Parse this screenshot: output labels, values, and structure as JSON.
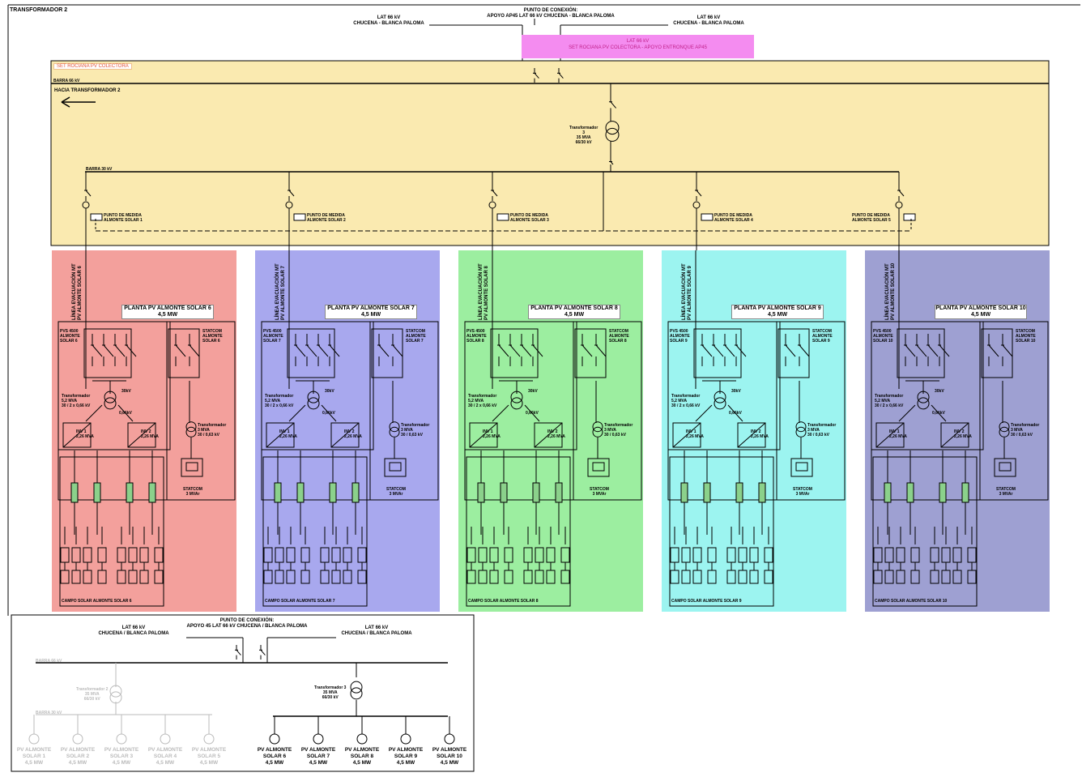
{
  "header": {
    "title": "TRANSFORMADOR 2",
    "connection_point": [
      "PUNTO DE CONEXIÓN:",
      "APOYO AP45 LAT 66 kV CHUCENA - BLANCA PALOMA"
    ],
    "line_left": [
      "LAT 66 kV",
      "CHUCENA - BLANCA PALOMA"
    ],
    "line_right": [
      "LAT 66 kV",
      "CHUCENA - BLANCA PALOMA"
    ],
    "pink_label": [
      "LAT 66 kV",
      "SET ROCIANA PV COLECTORA - APOYO ENTRONQUE AP45"
    ]
  },
  "substation": {
    "name": "SET ROCIANA PV COLECTORA",
    "busbar_66": "BARRA 66 kV",
    "towards": "HACIA TRANSFORMADOR 2",
    "transformer": [
      "Transformador",
      "3",
      "35 MVA",
      "66/30 kV"
    ],
    "busbar_30": "BARRA 30 kV",
    "metering": [
      [
        "PUNTO DE MEDIDA",
        "ALMONTE SOLAR 1"
      ],
      [
        "PUNTO DE MEDIDA",
        "ALMONTE SOLAR 2"
      ],
      [
        "PUNTO DE MEDIDA",
        "ALMONTE SOLAR 3"
      ],
      [
        "PUNTO DE MEDIDA",
        "ALMONTE SOLAR 4"
      ],
      [
        "PUNTO DE MEDIDA",
        "ALMONTE SOLAR 5"
      ]
    ]
  },
  "plants": [
    {
      "title": [
        "PLANTA PV ALMONTE SOLAR 6",
        "4,5 MW"
      ],
      "line": [
        "LÍNEA EVACUACIÓN MT",
        "PV ALMONTE SOLAR 6"
      ],
      "pvs": [
        "PVS 4500",
        "ALMONTE",
        "SOLAR 6"
      ],
      "statcom": [
        "STATCOM",
        "ALMONTE",
        "SOLAR 6"
      ],
      "field": "CAMPO SOLAR ALMONTE SOLAR 6",
      "color": "#f3a09c"
    },
    {
      "title": [
        "PLANTA PV ALMONTE SOLAR 7",
        "4,5 MW"
      ],
      "line": [
        "LÍNEA EVACUACIÓN MT",
        "PV ALMONTE SOLAR 7"
      ],
      "pvs": [
        "PVS 4500",
        "ALMONTE",
        "SOLAR 7"
      ],
      "statcom": [
        "STATCOM",
        "ALMONTE",
        "SOLAR 7"
      ],
      "field": "CAMPO SOLAR ALMONTE SOLAR 7",
      "color": "#a8a8ee"
    },
    {
      "title": [
        "PLANTA PV ALMONTE SOLAR 8",
        "4,5 MW"
      ],
      "line": [
        "LÍNEA EVACUACIÓN MT",
        "PV ALMONTE SOLAR 8"
      ],
      "pvs": [
        "PVS 4500",
        "ALMONTE",
        "SOLAR 8"
      ],
      "statcom": [
        "STATCOM",
        "ALMONTE",
        "SOLAR 8"
      ],
      "field": "CAMPO SOLAR ALMONTE SOLAR 8",
      "color": "#9ceea0"
    },
    {
      "title": [
        "PLANTA PV ALMONTE SOLAR 9",
        "4,5 MW"
      ],
      "line": [
        "LÍNEA EVACUACIÓN MT",
        "PV ALMONTE SOLAR 9"
      ],
      "pvs": [
        "PVS 4500",
        "ALMONTE",
        "SOLAR 9"
      ],
      "statcom": [
        "STATCOM",
        "ALMONTE",
        "SOLAR 9"
      ],
      "field": "CAMPO SOLAR ALMONTE SOLAR 9",
      "color": "#9cf4f0"
    },
    {
      "title": [
        "PLANTA PV ALMONTE SOLAR 10",
        "4,5 MW"
      ],
      "line": [
        "LÍNEA EVACUACIÓN MT",
        "PV ALMONTE SOLAR 10"
      ],
      "pvs": [
        "PVS 4500",
        "ALMONTE",
        "SOLAR 10"
      ],
      "statcom": [
        "STATCOM",
        "ALMONTE",
        "SOLAR 10"
      ],
      "field": "CAMPO SOLAR ALMONTE SOLAR 10",
      "color": "#9ea0d2"
    }
  ],
  "plant_internal": {
    "trafo": [
      "Transformador",
      "5,2 MVA",
      "30 / 2 x 0,66 kV"
    ],
    "v30": "30kV",
    "v066": "0,66kV",
    "inv1": [
      "INV 1",
      "2,26 MVA"
    ],
    "inv2": [
      "INV 2",
      "2,26 MVA"
    ],
    "statcom_trafo": [
      "Transformador",
      "3 MVA",
      "30 / 0,63 kV"
    ],
    "statcom_unit": [
      "STATCOM",
      "3 MVAr"
    ]
  },
  "summary": {
    "connection_point": [
      "PUNTO DE CONEXIÓN:",
      "APOYO 45 LAT 66 kV CHUCENA / BLANCA PALOMA"
    ],
    "line_left": [
      "LAT 66 kV",
      "CHUCENA / BLANCA PALOMA"
    ],
    "line_right": [
      "LAT 66 kV",
      "CHUCENA / BLANCA PALOMA"
    ],
    "busbar_66": "BARRA 66 kV",
    "busbar_30": "BARRA 30 kV",
    "faded_trafo": [
      "Transformador 2",
      "35 MVA",
      "66/30 kV"
    ],
    "transformer": [
      "Transformador 3",
      "35 MVA",
      "66/30 kV"
    ],
    "faded_generators": [
      [
        "PV ALMONTE",
        "SOLAR 1",
        "4,5 MW"
      ],
      [
        "PV ALMONTE",
        "SOLAR 2",
        "4,5 MW"
      ],
      [
        "PV ALMONTE",
        "SOLAR 3",
        "4,5 MW"
      ],
      [
        "PV ALMONTE",
        "SOLAR 4",
        "4,5 MW"
      ],
      [
        "PV ALMONTE",
        "SOLAR 5",
        "4,5 MW"
      ]
    ],
    "generators": [
      [
        "PV ALMONTE",
        "SOLAR 6",
        "4,5 MW"
      ],
      [
        "PV ALMONTE",
        "SOLAR 7",
        "4,5 MW"
      ],
      [
        "PV ALMONTE",
        "SOLAR 8",
        "4,5 MW"
      ],
      [
        "PV ALMONTE",
        "SOLAR 9",
        "4,5 MW"
      ],
      [
        "PV ALMONTE",
        "SOLAR 10",
        "4,5 MW"
      ]
    ]
  },
  "colors": {
    "substation_fill": "#faeab0",
    "pink": "#f48cf0",
    "line": "#000000"
  }
}
